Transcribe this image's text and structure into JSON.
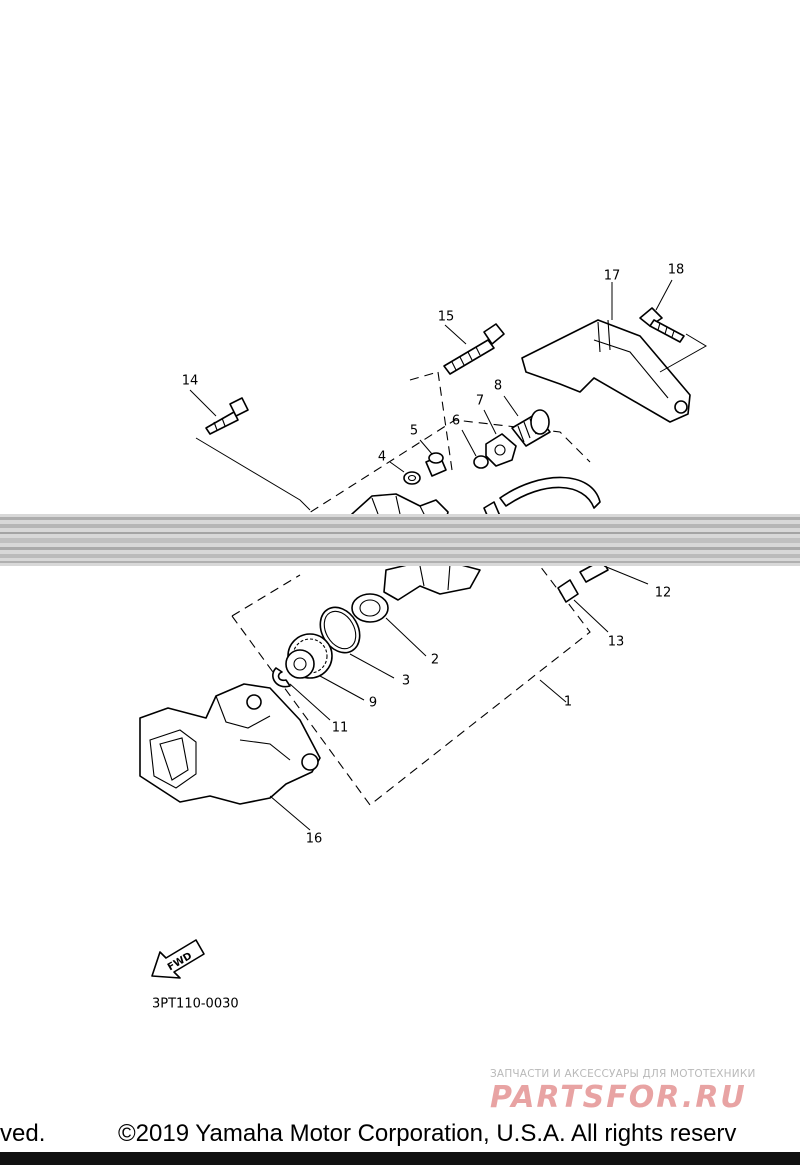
{
  "diagram": {
    "callouts": [
      {
        "id": "1",
        "text": "1"
      },
      {
        "id": "2",
        "text": "2"
      },
      {
        "id": "3",
        "text": "3"
      },
      {
        "id": "4",
        "text": "4"
      },
      {
        "id": "5",
        "text": "5"
      },
      {
        "id": "6",
        "text": "6"
      },
      {
        "id": "7",
        "text": "7"
      },
      {
        "id": "8",
        "text": "8"
      },
      {
        "id": "9",
        "text": "9"
      },
      {
        "id": "11",
        "text": "11"
      },
      {
        "id": "12",
        "text": "12"
      },
      {
        "id": "13",
        "text": "13"
      },
      {
        "id": "14",
        "text": "14"
      },
      {
        "id": "15",
        "text": "15"
      },
      {
        "id": "16",
        "text": "16"
      },
      {
        "id": "17",
        "text": "17"
      },
      {
        "id": "18",
        "text": "18"
      }
    ],
    "fwd_label": "FWD",
    "drawing_code": "3PT110-0030"
  },
  "watermark": {
    "caption": "ЗАПЧАСТИ И АКСЕССУАРЫ ДЛЯ МОТОТЕХНИКИ",
    "logo_text": "PARTSFOR.RU",
    "color": "#e8a3a3"
  },
  "footer": {
    "left_fragment": "ved.",
    "copyright": "©2019 Yamaha Motor Corporation, U.S.A. All rights reserv"
  }
}
